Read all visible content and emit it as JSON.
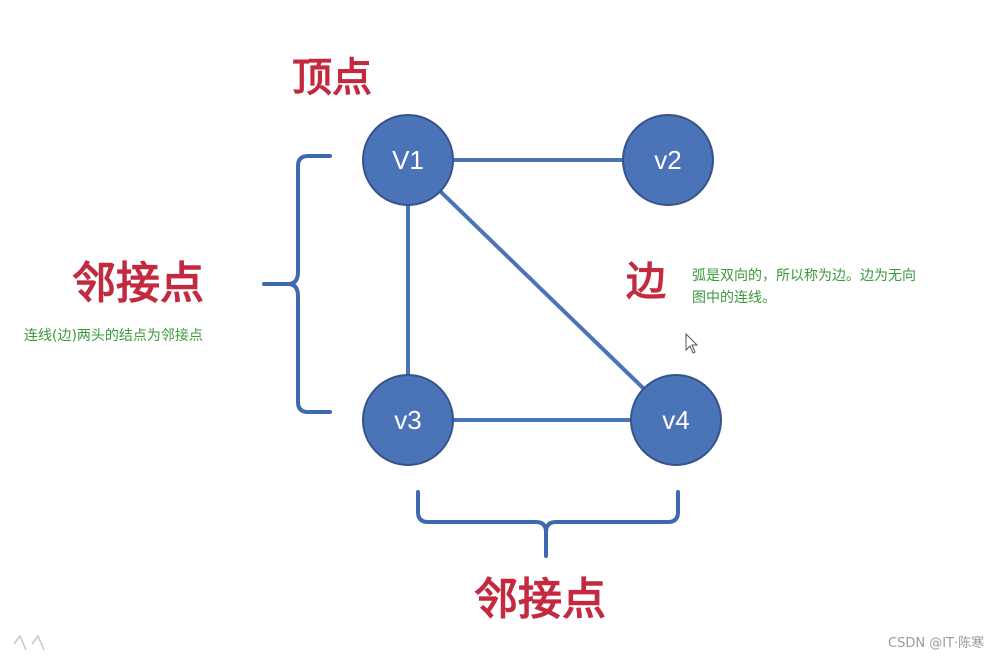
{
  "colors": {
    "node_fill": "#4a73b8",
    "node_stroke": "#34548a",
    "edge": "#4a73b8",
    "bracket": "#3f69ad",
    "label_red": "#c42a3f",
    "note_green": "#3a9a3a"
  },
  "labels": {
    "vertex": "顶点",
    "adjacent_left": "邻接点",
    "adjacent_bottom": "邻接点",
    "edge": "边"
  },
  "notes": {
    "adjacent": "连线(边)两头的结点为邻接点",
    "edge_line1": "弧是双向的，所以称为边。边为无向",
    "edge_line2": "图中的连线。"
  },
  "nodes": [
    {
      "id": "v1",
      "label": "V1"
    },
    {
      "id": "v2",
      "label": "v2"
    },
    {
      "id": "v3",
      "label": "v3"
    },
    {
      "id": "v4",
      "label": "v4"
    }
  ],
  "edges": [
    {
      "from": "v1",
      "to": "v2"
    },
    {
      "from": "v1",
      "to": "v3"
    },
    {
      "from": "v1",
      "to": "v4"
    },
    {
      "from": "v3",
      "to": "v4"
    }
  ],
  "watermark": "CSDN @IT·陈寒",
  "cursor_icon": "cursor-arrow-icon"
}
